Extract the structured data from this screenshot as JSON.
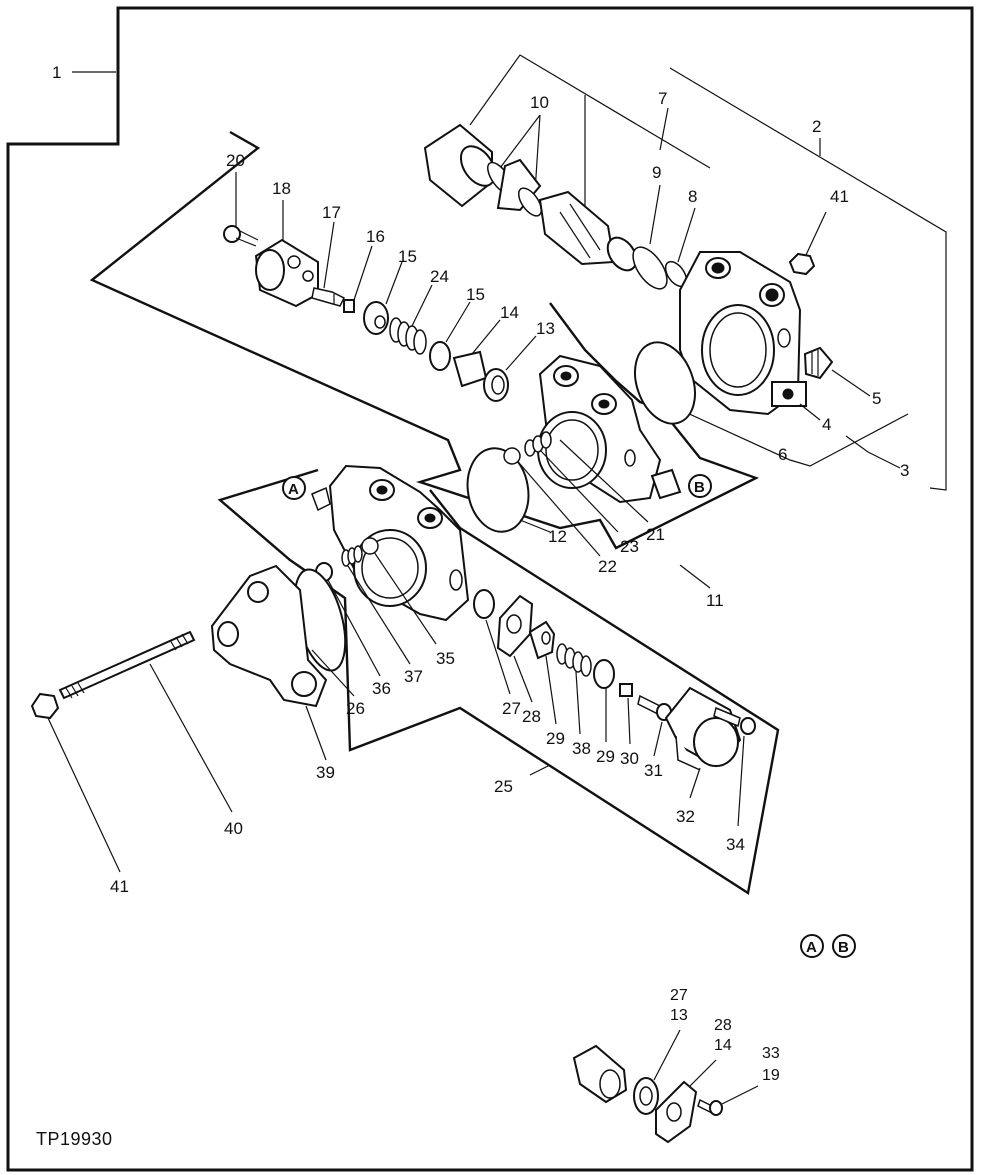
{
  "figure_code": "TP19930",
  "markers": {
    "a": "A",
    "b": "B"
  },
  "labels": {
    "l1": "1",
    "l2": "2",
    "l3": "3",
    "l4": "4",
    "l5": "5",
    "l6": "6",
    "l7": "7",
    "l8": "8",
    "l9": "9",
    "l10": "10",
    "l11": "11",
    "l12": "12",
    "l13": "13",
    "l14": "14",
    "l15a": "15",
    "l15b": "15",
    "l16": "16",
    "l17": "17",
    "l18": "18",
    "l20": "20",
    "l21": "21",
    "l22": "22",
    "l23": "23",
    "l24": "24",
    "l25": "25",
    "l26": "26",
    "l27": "27",
    "l28": "28",
    "l29a": "29",
    "l29b": "29",
    "l30": "30",
    "l31": "31",
    "l32": "32",
    "l34": "34",
    "l35": "35",
    "l36": "36",
    "l37": "37",
    "l38": "38",
    "l39": "39",
    "l40": "40",
    "l41a": "41",
    "l41b": "41"
  },
  "inset": {
    "l27": "27",
    "l13": "13",
    "l28": "28",
    "l14": "14",
    "l33": "33",
    "l19": "19"
  }
}
